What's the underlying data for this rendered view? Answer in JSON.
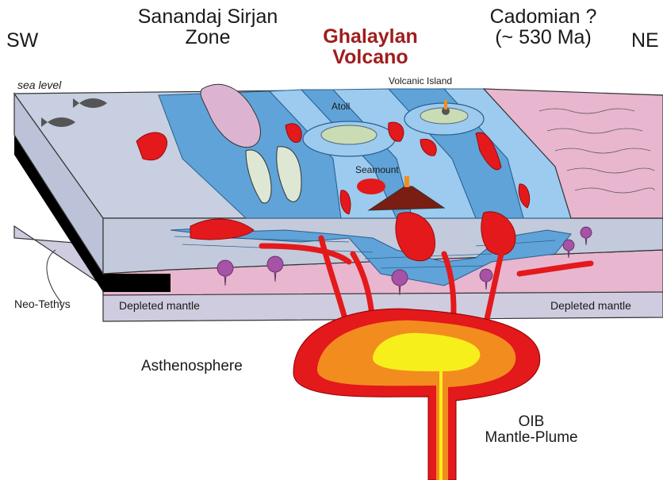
{
  "labels": {
    "sw": "SW",
    "ne": "NE",
    "sanandaj_1": "Sanandaj Sirjan",
    "sanandaj_2": "Zone",
    "ghalaylan_1": "Ghalaylan",
    "ghalaylan_2": "Volcano",
    "cadomian_1": "Cadomian ?",
    "cadomian_2": "(~ 530 Ma)",
    "sea_level": "sea level",
    "volcanic_island": "Volcanic Island",
    "atoll": "Atoll",
    "seamount": "Seamount",
    "neo_tethys": "Neo-Tethys",
    "depleted_mantle_left": "Depleted mantle",
    "depleted_mantle_right": "Depleted mantle",
    "asthenosphere": "Asthenosphere",
    "oib_1": "OIB",
    "oib_2": "Mantle-Plume"
  },
  "colors": {
    "ocean_surface": "#c7cfe0",
    "ocean_side": "#bcc3d8",
    "platform_blue": "#5fa3d8",
    "platform_light": "#9ccbef",
    "pink_crust": "#e8b6cf",
    "pink_lens": "#d5a3c8",
    "magma_red": "#e3191b",
    "plume_orange": "#f38c1e",
    "plume_yellow": "#f6ef1c",
    "seamount_dark": "#7a1d12",
    "atoll_green": "#c9dcb4",
    "mantle_lavender": "#cfcce0",
    "black_slab": "#000000",
    "diapir_purple": "#a652a6"
  }
}
